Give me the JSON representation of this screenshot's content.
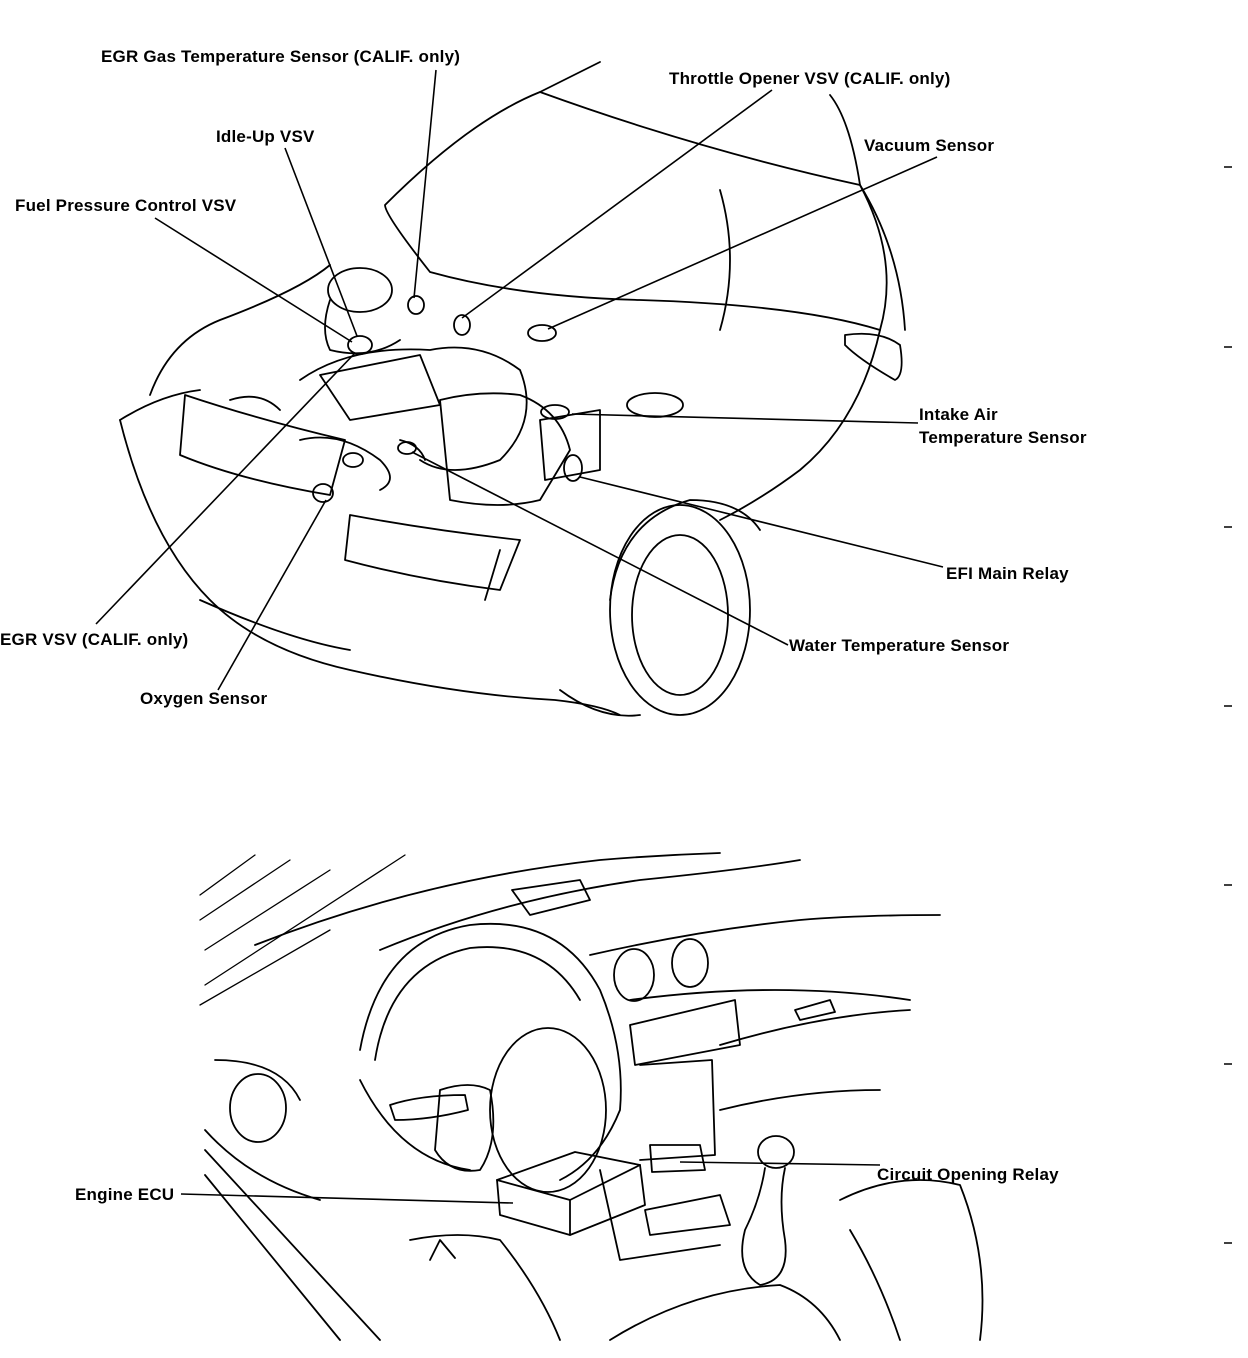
{
  "engine_diagram": {
    "labels": {
      "egr_gas_temp_sensor": "EGR Gas Temperature Sensor (CALIF. only)",
      "throttle_opener_vsv": "Throttle Opener VSV (CALIF. only)",
      "idle_up_vsv": "Idle-Up VSV",
      "vacuum_sensor": "Vacuum Sensor",
      "fuel_pressure_control_vsv": "Fuel Pressure Control VSV",
      "intake_air_temp_sensor_line1": "Intake Air",
      "intake_air_temp_sensor_line2": "Temperature Sensor",
      "efi_main_relay": "EFI Main Relay",
      "egr_vsv": "EGR VSV (CALIF. only)",
      "water_temp_sensor": "Water Temperature Sensor",
      "oxygen_sensor": "Oxygen Sensor"
    }
  },
  "interior_diagram": {
    "labels": {
      "engine_ecu": "Engine ECU",
      "circuit_opening_relay": "Circuit Opening Relay"
    }
  }
}
